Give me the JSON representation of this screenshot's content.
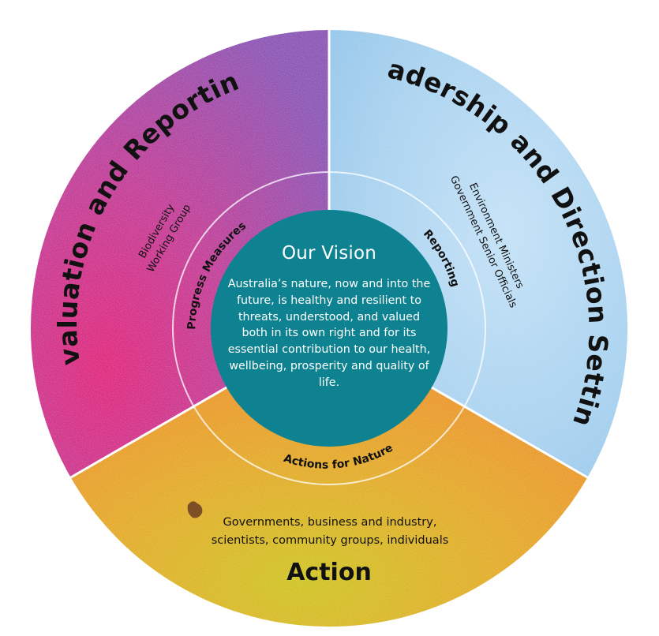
{
  "vision": {
    "title": "Our Vision",
    "text": "Australia’s nature, now and into the future, is healthy and resilient to threats, understood, and valued both in its own right and for its essential contribution to our health, wellbeing, prosperity and quality of life."
  },
  "inner_ring": {
    "progress_measures": "Progress Measures",
    "reporting": "Reporting",
    "actions_for_nature": "Actions for Nature"
  },
  "segments": {
    "evaluation": {
      "title": "Evaluation and Reporting",
      "line1": "Biodiversity",
      "line2": "Working Group"
    },
    "leadership": {
      "title": "Leadership and Direction Setting",
      "line1": "Environment Ministers",
      "line2": "Government Senior Officials"
    },
    "action": {
      "title": "Action",
      "line1": "Governments, business and industry,",
      "line2": "scientists, community groups, individuals"
    }
  },
  "colors": {
    "center": "#0e8290",
    "evaluation_top": "#8e4fb0",
    "evaluation_bottom": "#dd2c7f",
    "leadership": "#a9d3f0",
    "action_top": "#ee9026",
    "action_bottom": "#cec31f"
  }
}
